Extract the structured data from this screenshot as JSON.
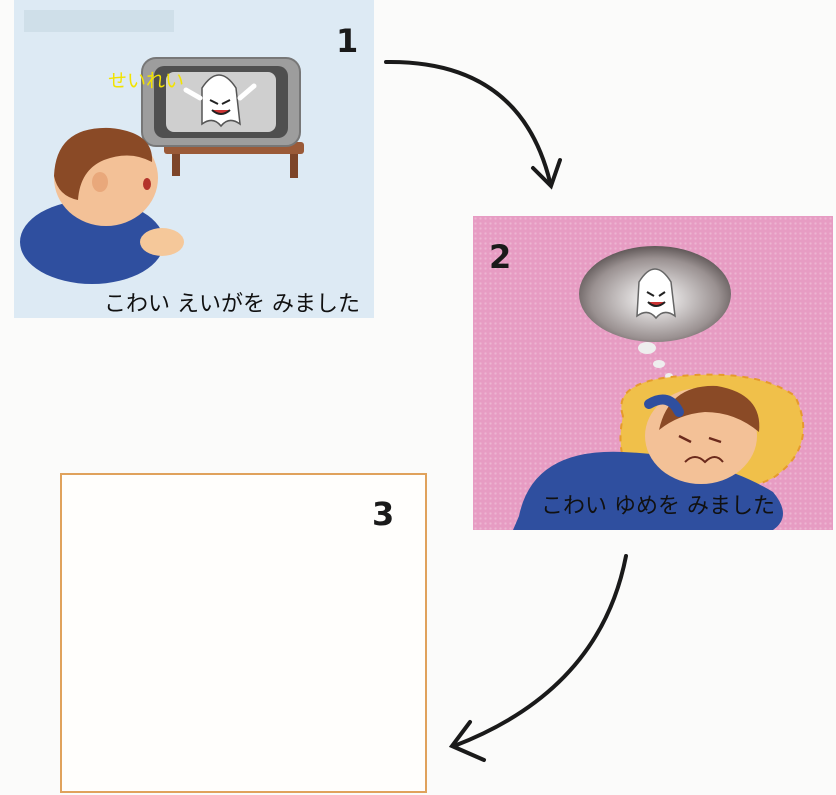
{
  "panels": [
    {
      "number": "1",
      "caption": "こわい えいがを みました",
      "label": "せいれい"
    },
    {
      "number": "2",
      "caption": "こわい ゆめを みました"
    },
    {
      "number": "3"
    }
  ],
  "colors": {
    "panel1_bg": "#ddeaf4",
    "panel2_bg": "#e79cc3",
    "panel3_border": "#e0a25c",
    "label_yellow": "#f2e300"
  }
}
